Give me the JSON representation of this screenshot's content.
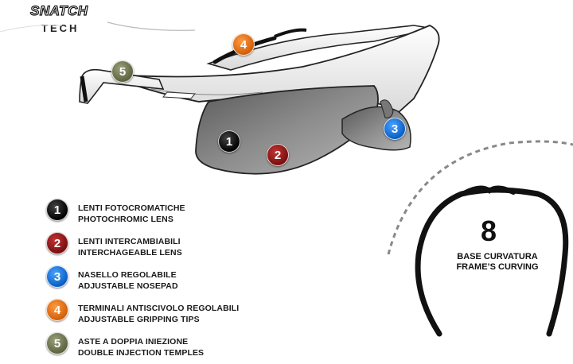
{
  "brand": {
    "logo": "SNATCH",
    "subtitle": "TECH"
  },
  "legend": [
    {
      "number": "1",
      "line1": "LENTI FOTOCROMATICHE",
      "line2": "PHOTOCHROMIC LENS",
      "color": "#000000"
    },
    {
      "number": "2",
      "line1": "LENTI INTERCAMBIABILI",
      "line2": "INTERCHAGEABLE LENS",
      "color": "#8a1414"
    },
    {
      "number": "3",
      "line1": "NASELLO REGOLABILE",
      "line2": "ADJUSTABLE NOSEPAD",
      "color": "#1a74d8"
    },
    {
      "number": "4",
      "line1": "TERMINALI ANTISCIVOLO REGOLABILI",
      "line2": "ADJUSTABLE GRIPPING TIPS",
      "color": "#e4721a"
    },
    {
      "number": "5",
      "line1": "ASTE A DOPPIA INIEZIONE",
      "line2": "DOUBLE INJECTION TEMPLES",
      "color": "#7c8159"
    }
  ],
  "curvature": {
    "value": "8",
    "line1": "BASE CURVATURA",
    "line2": "FRAME’S CURVING"
  }
}
